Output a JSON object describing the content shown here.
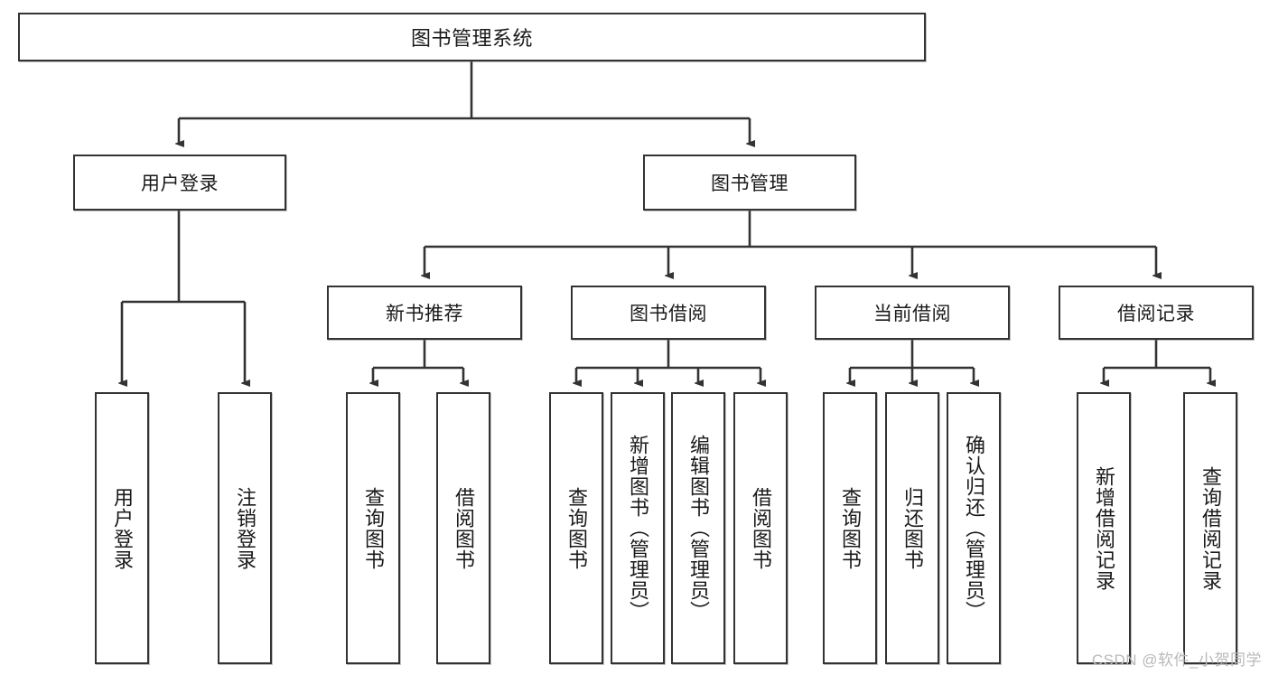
{
  "diagram": {
    "title": "图书管理系统",
    "type": "tree-hierarchy-diagram",
    "watermark": "CSDN @软件_小贺同学",
    "colors": {
      "box_border": "#333333",
      "box_fill": "#ffffff",
      "connector": "#333333",
      "text": "#1a1a1a",
      "watermark": "#b9b9b9"
    },
    "root": {
      "label": "图书管理系统"
    },
    "level2": [
      {
        "label": "用户登录"
      },
      {
        "label": "图书管理"
      }
    ],
    "level3": [
      {
        "label": "新书推荐"
      },
      {
        "label": "图书借阅"
      },
      {
        "label": "当前借阅"
      },
      {
        "label": "借阅记录"
      }
    ],
    "leaves": {
      "user_login": [
        {
          "label": "用户登录"
        },
        {
          "label": "注销登录"
        }
      ],
      "new_book_recommend": [
        {
          "label": "查询图书"
        },
        {
          "label": "借阅图书"
        }
      ],
      "book_borrow": [
        {
          "label": "查询图书"
        },
        {
          "label": "新增图书（管理员）"
        },
        {
          "label": "编辑图书（管理员）"
        },
        {
          "label": "借阅图书"
        }
      ],
      "current_borrow": [
        {
          "label": "查询图书"
        },
        {
          "label": "归还图书"
        },
        {
          "label": "确认归还（管理员）"
        }
      ],
      "borrow_record": [
        {
          "label": "新增借阅记录"
        },
        {
          "label": "查询借阅记录"
        }
      ]
    }
  }
}
